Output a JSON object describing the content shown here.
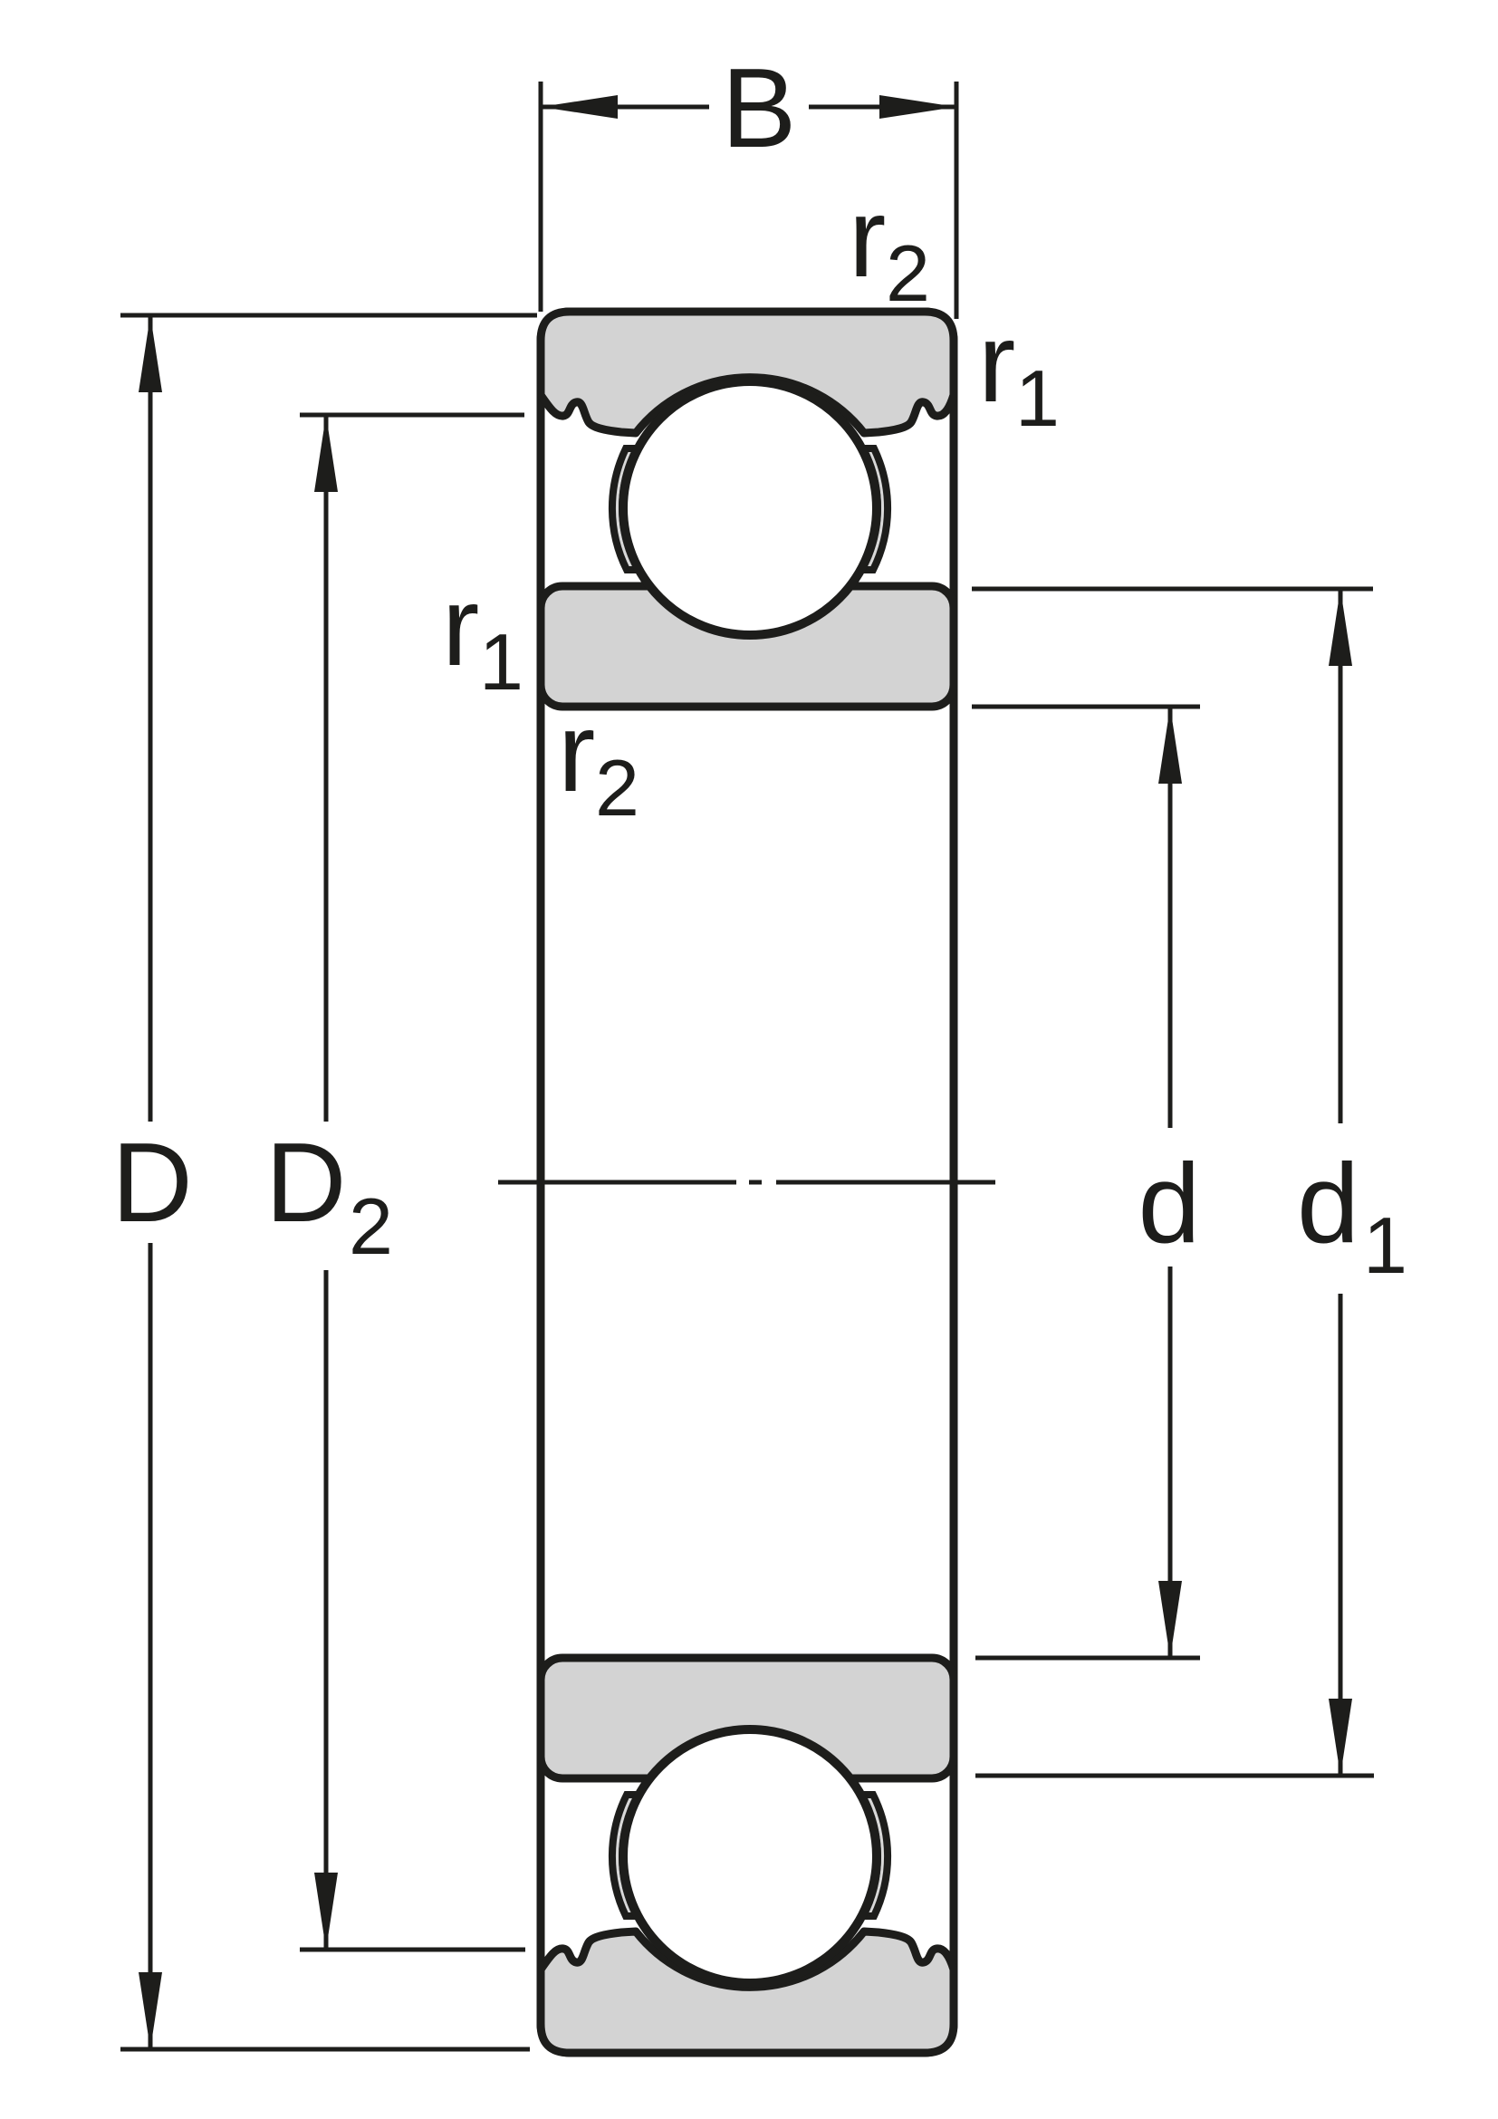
{
  "diagram": {
    "kind": "deep-groove-ball-bearing-cross-section",
    "colors": {
      "section_fill": "#d3d3d3",
      "line": "#1d1d1b",
      "background": "#ffffff"
    },
    "labels": {
      "width": {
        "base": "B",
        "sub": ""
      },
      "outer_diameter": {
        "base": "D",
        "sub": ""
      },
      "outer_shoulder": {
        "base": "D",
        "sub": "2"
      },
      "bore_diameter": {
        "base": "d",
        "sub": ""
      },
      "inner_shoulder": {
        "base": "d",
        "sub": "1"
      },
      "fillet_top_outer": {
        "base": "r",
        "sub": "2"
      },
      "fillet_right_outer": {
        "base": "r",
        "sub": "1"
      },
      "fillet_left_inner": {
        "base": "r",
        "sub": "1"
      },
      "fillet_left_lower": {
        "base": "r",
        "sub": "2"
      }
    }
  }
}
